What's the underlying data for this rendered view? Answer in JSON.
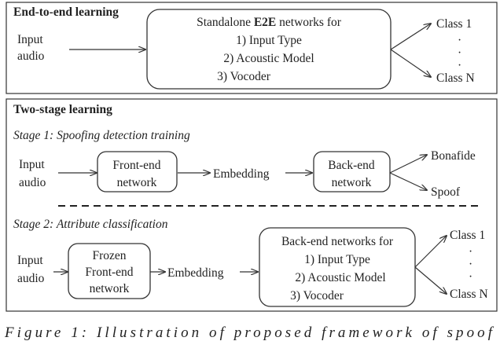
{
  "e2e": {
    "title": "End-to-end learning",
    "input_line1": "Input",
    "input_line2": "audio",
    "box_line1_prefix": "Standalone ",
    "box_line1_bold": "E2E",
    "box_line1_suffix": " networks for",
    "box_line2": "1) Input Type",
    "box_line3": "2) Acoustic Model",
    "box_line4": "3) Vocoder",
    "out_top": "Class 1",
    "out_bottom": "Class N",
    "dots": "·"
  },
  "two_stage": {
    "title": "Two-stage learning",
    "stage1": {
      "label": "Stage 1: Spoofing detection training",
      "input_line1": "Input",
      "input_line2": "audio",
      "frontend_line1": "Front-end",
      "frontend_line2": "network",
      "embedding": "Embedding",
      "backend_line1": "Back-end",
      "backend_line2": "network",
      "out_top": "Bonafide",
      "out_bottom": "Spoof"
    },
    "stage2": {
      "label": "Stage 2: Attribute classification",
      "input_line1": "Input",
      "input_line2": "audio",
      "frozen_line1": "Frozen",
      "frozen_line2": "Front-end",
      "frozen_line3": "network",
      "embedding": "Embedding",
      "backend_line1": "Back-end networks for",
      "backend_line2": "1) Input Type",
      "backend_line3": "2) Acoustic Model",
      "backend_line4": "3) Vocoder",
      "out_top": "Class 1",
      "out_bottom": "Class N",
      "dots": "·"
    }
  },
  "caption": "Figure 1: Illustration of proposed framework of spoof"
}
